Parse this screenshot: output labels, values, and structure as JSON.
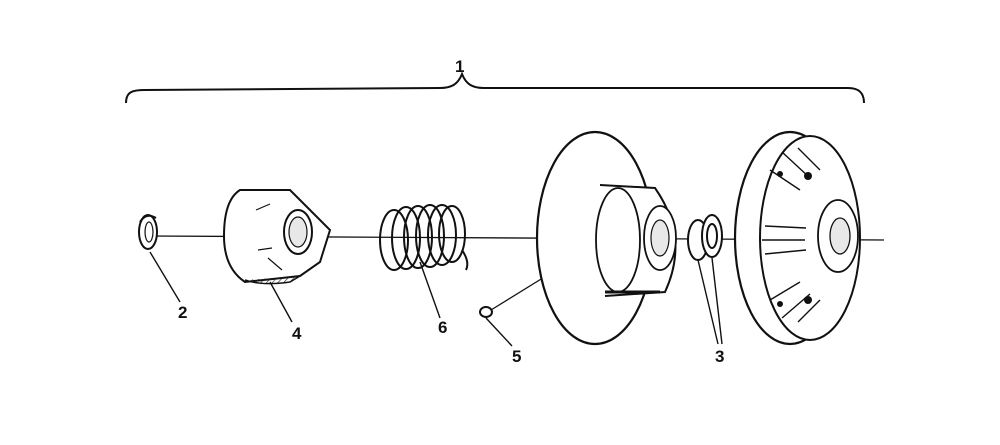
{
  "diagram": {
    "callouts": {
      "assembly": "1",
      "snap_ring": "2",
      "bushings": "3",
      "helix_cam": "4",
      "pin": "5",
      "spring": "6"
    }
  }
}
